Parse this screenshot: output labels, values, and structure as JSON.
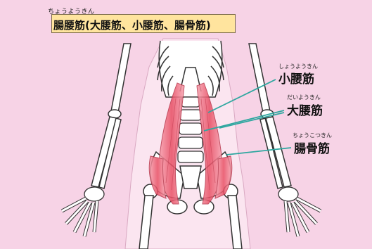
{
  "title": {
    "ruby": "ちょうようきん",
    "text": "腸腰筋(大腰筋、小腰筋、腸骨筋)"
  },
  "labels": {
    "psoas_minor": {
      "ruby": "しょうようきん",
      "text": "小腰筋"
    },
    "psoas_major": {
      "ruby": "だいようきん",
      "text": "大腰筋"
    },
    "iliacus": {
      "ruby": "ちょうこつきん",
      "text": "腸骨筋"
    }
  },
  "colors": {
    "background": "#f7d3e6",
    "title_box": "#ffe49e",
    "bone": "#ffffff",
    "outline": "#333333",
    "muscle": "#e84d63",
    "leader_line": "#2fa7a0"
  }
}
